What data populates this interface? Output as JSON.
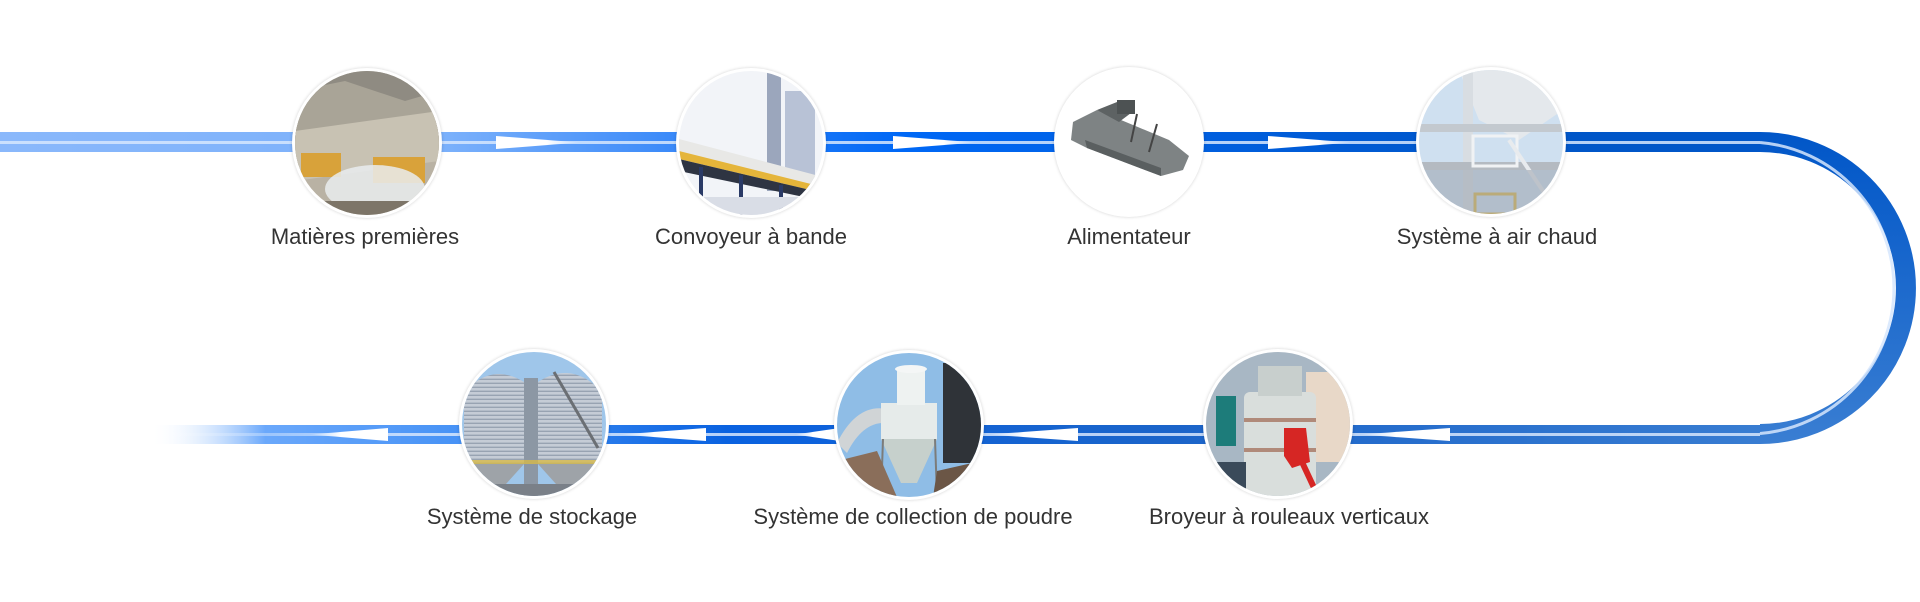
{
  "diagram": {
    "type": "process-flow",
    "direction": "left-to-right on top row, U-turn on right, right-to-left on bottom row",
    "colors": {
      "line_light": "#8ab8fb",
      "line_mid": "#4d94fa",
      "line_strong": "#0066f5",
      "line_dark": "#0058cc",
      "line_bottom": "#2a6fcc",
      "line_bottom_light": "#6aa8fb",
      "center_stripe": "#d6e6fd",
      "arrow": "#ffffff",
      "label_text": "#333333"
    },
    "steps": [
      {
        "order": 1,
        "label": "Matières premières",
        "icon": "quarry-trucks-photo",
        "row": "top"
      },
      {
        "order": 2,
        "label": "Convoyeur à bande",
        "icon": "belt-conveyor-photo",
        "row": "top"
      },
      {
        "order": 3,
        "label": "Alimentateur",
        "icon": "vibrating-feeder-photo",
        "row": "top"
      },
      {
        "order": 4,
        "label": "Système à air chaud",
        "icon": "hot-air-structure-photo",
        "row": "top"
      },
      {
        "order": 5,
        "label": "Broyeur à rouleaux verticaux",
        "icon": "vertical-roller-mill-photo",
        "row": "bottom"
      },
      {
        "order": 6,
        "label": "Système de collection de poudre",
        "icon": "cyclone-collector-photo",
        "row": "bottom"
      },
      {
        "order": 7,
        "label": "Système de stockage",
        "icon": "storage-silos-photo",
        "row": "bottom"
      }
    ]
  }
}
